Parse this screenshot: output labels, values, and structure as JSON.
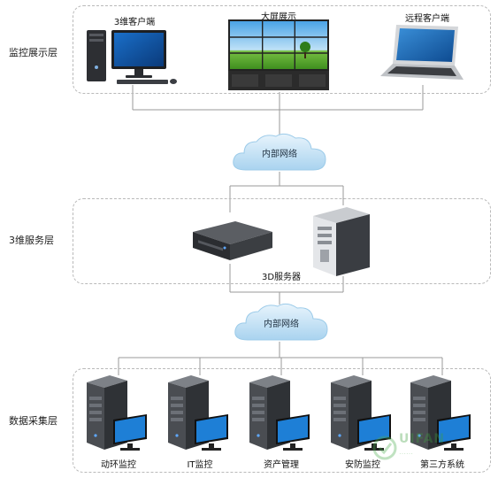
{
  "layers": {
    "presentation": "监控展示层",
    "service": "3维服务层",
    "collection": "数据采集层"
  },
  "devices": {
    "client3d": "3维客户端",
    "bigscreen": "大屏展示",
    "remote": "远程客户端",
    "server3d": "3D服务器"
  },
  "networks": {
    "top": "内部网络",
    "bottom": "内部网络"
  },
  "collectors": [
    "动环监控",
    "IT监控",
    "资产管理",
    "安防监控",
    "第三方系统"
  ],
  "watermark": {
    "brand": "UIFAN",
    "tagline": "……"
  }
}
